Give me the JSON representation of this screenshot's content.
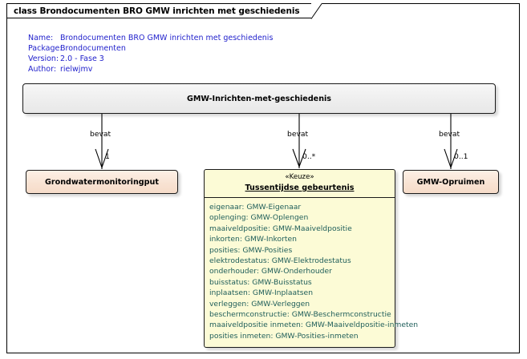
{
  "frame": {
    "tab_label": "class Brondocumenten BRO GMW inrichten met geschiedenis"
  },
  "meta": {
    "rows": [
      {
        "label": "Name:",
        "value": "Brondocumenten BRO GMW inrichten met geschiedenis"
      },
      {
        "label": "Package:",
        "value": "Brondocumenten"
      },
      {
        "label": "Version:",
        "value": "2.0 - Fase 3"
      },
      {
        "label": "Author:",
        "value": "rielwjmv"
      }
    ],
    "text_color": "#2222cc"
  },
  "classes": {
    "root": {
      "name": "GMW-Inrichten-met-geschiedenis",
      "fill": "#eeeeee"
    },
    "left": {
      "name": "Grondwatermonitoringput",
      "fill": "#f8e2d2"
    },
    "right": {
      "name": "GMW-Opruimen",
      "fill": "#f8e2d2"
    },
    "center": {
      "stereotype": "«Keuze»",
      "name": "Tussentijdse gebeurtenis",
      "fill": "#fcfbd6",
      "attribute_color": "#1f5e5a",
      "attributes": [
        "eigenaar: GMW-Eigenaar",
        "oplenging: GMW-Oplengen",
        "maaiveldpositie: GMW-Maaiveldpositie",
        "inkorten: GMW-Inkorten",
        "posities: GMW-Posities",
        "elektrodestatus: GMW-Elektrodestatus",
        "onderhouder: GMW-Onderhouder",
        "buisstatus: GMW-Buisstatus",
        "inplaatsen: GMW-Inplaatsen",
        "verleggen: GMW-Verleggen",
        "beschermconstructie: GMW-Beschermconstructie",
        "maaiveldpositie inmeten: GMW-Maaiveldpositie-inmeten",
        "posities inmeten: GMW-Posities-inmeten"
      ]
    }
  },
  "connectors": [
    {
      "label": "bevat",
      "multiplicity": "1"
    },
    {
      "label": "bevat",
      "multiplicity": "0..*"
    },
    {
      "label": "bevat",
      "multiplicity": "0..1"
    }
  ]
}
